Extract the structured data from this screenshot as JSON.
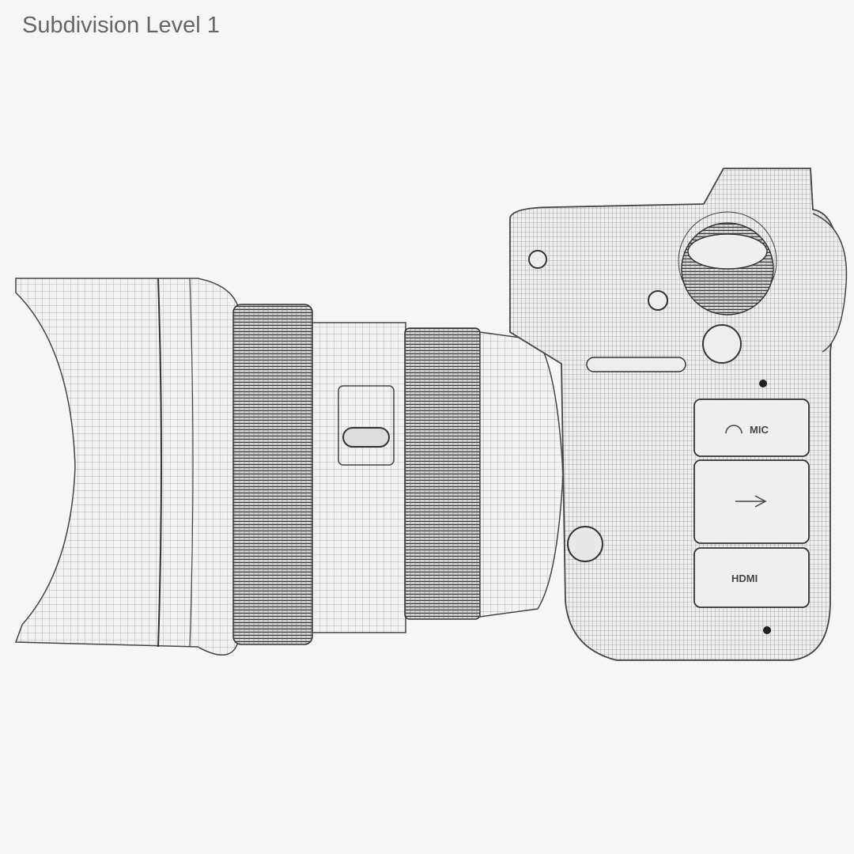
{
  "title": "Subdivision Level 1",
  "render": {
    "subject": "camera-wireframe",
    "port_labels": [
      "MIC",
      "HDMI"
    ],
    "colors": {
      "background": "#f6f6f6",
      "title": "#666666",
      "surface": "#f2f2f2",
      "wire": "#555555"
    }
  }
}
